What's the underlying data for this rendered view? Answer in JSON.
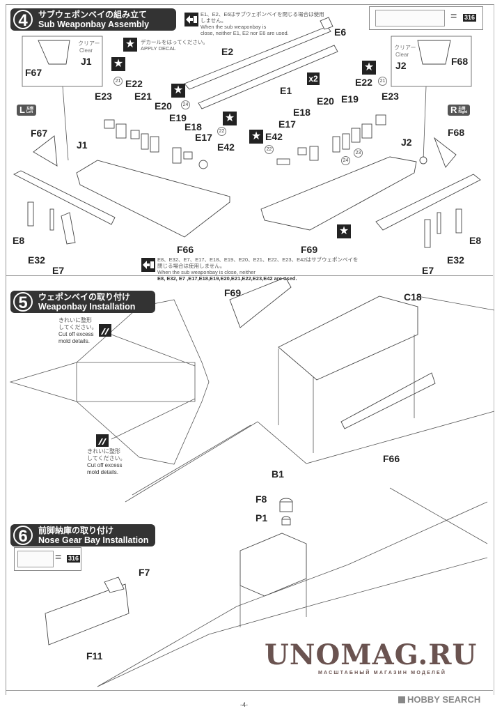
{
  "step4": {
    "number": "4",
    "title_jp": "サブウェポンベイの組み立て",
    "title_en": "Sub Weaponbay Assembly",
    "paint_ref": "316",
    "note_not_used_jp": "E1、E2、E6はサブウェポンベイを閉じる場合は使用しません。",
    "note_not_used_en_1": "When the sub weaponbay is",
    "note_not_used_en_2": "close, neither E1, E2 nor E6 are used.",
    "decal_note_jp": "デカールをはってください。",
    "decal_note_en": "APPLY DECAL",
    "multiplier": "x2",
    "clear_jp": "クリアー",
    "clear_en": "Clear",
    "left_badge": {
      "letter": "L",
      "jp": "左側",
      "en": "Left"
    },
    "right_badge": {
      "letter": "R",
      "jp": "右側",
      "en": "Right"
    },
    "left_parts": [
      "F67",
      "J1",
      "E23",
      "E22",
      "E21",
      "E20",
      "E19",
      "E18",
      "E17",
      "E42",
      "E8",
      "E32",
      "E7",
      "F66"
    ],
    "right_parts": [
      "F68",
      "J2",
      "E23",
      "E22",
      "E20",
      "E19",
      "E18",
      "E17",
      "E42",
      "E8",
      "E32",
      "E7",
      "F69"
    ],
    "top_parts": [
      "E6",
      "E2",
      "E1"
    ],
    "decal_numbers": [
      "21",
      "24",
      "22",
      "22",
      "21",
      "24",
      "23"
    ],
    "bottom_note_jp_1": "E8、E32、E7、E17、E18、E19、E20、E21、E22、E23、E42はサブウェポンベイを",
    "bottom_note_jp_2": "閉じる場合は使用しません。",
    "bottom_note_en_1": "When the sub weaponbay is close, neither",
    "bottom_note_en_2": "E8, E32, E7 ,E17,E18,E19,E20,E21,E22,E23,E42 are used."
  },
  "step5": {
    "number": "5",
    "title_jp": "ウェポンベイの取り付け",
    "title_en": "Weaponbay Installation",
    "cut_note_jp_1": "きれいに整形",
    "cut_note_jp_2": "してください。",
    "cut_note_en_1": "Cut off excess",
    "cut_note_en_2": "mold details.",
    "parts": [
      "F69",
      "C18",
      "F66",
      "B1"
    ]
  },
  "step6": {
    "number": "6",
    "title_jp": "前脚納庫の取り付け",
    "title_en": "Nose Gear Bay Installation",
    "paint_ref": "316",
    "parts": [
      "F8",
      "P1",
      "F7",
      "F11"
    ]
  },
  "footer": {
    "page_number": "-4-",
    "watermark": "UNOMAG.RU",
    "watermark_sub": "МАСШТАБНЫЙ МАГАЗИН МОДЕЛЕЙ",
    "source": "HOBBY SEARCH"
  }
}
